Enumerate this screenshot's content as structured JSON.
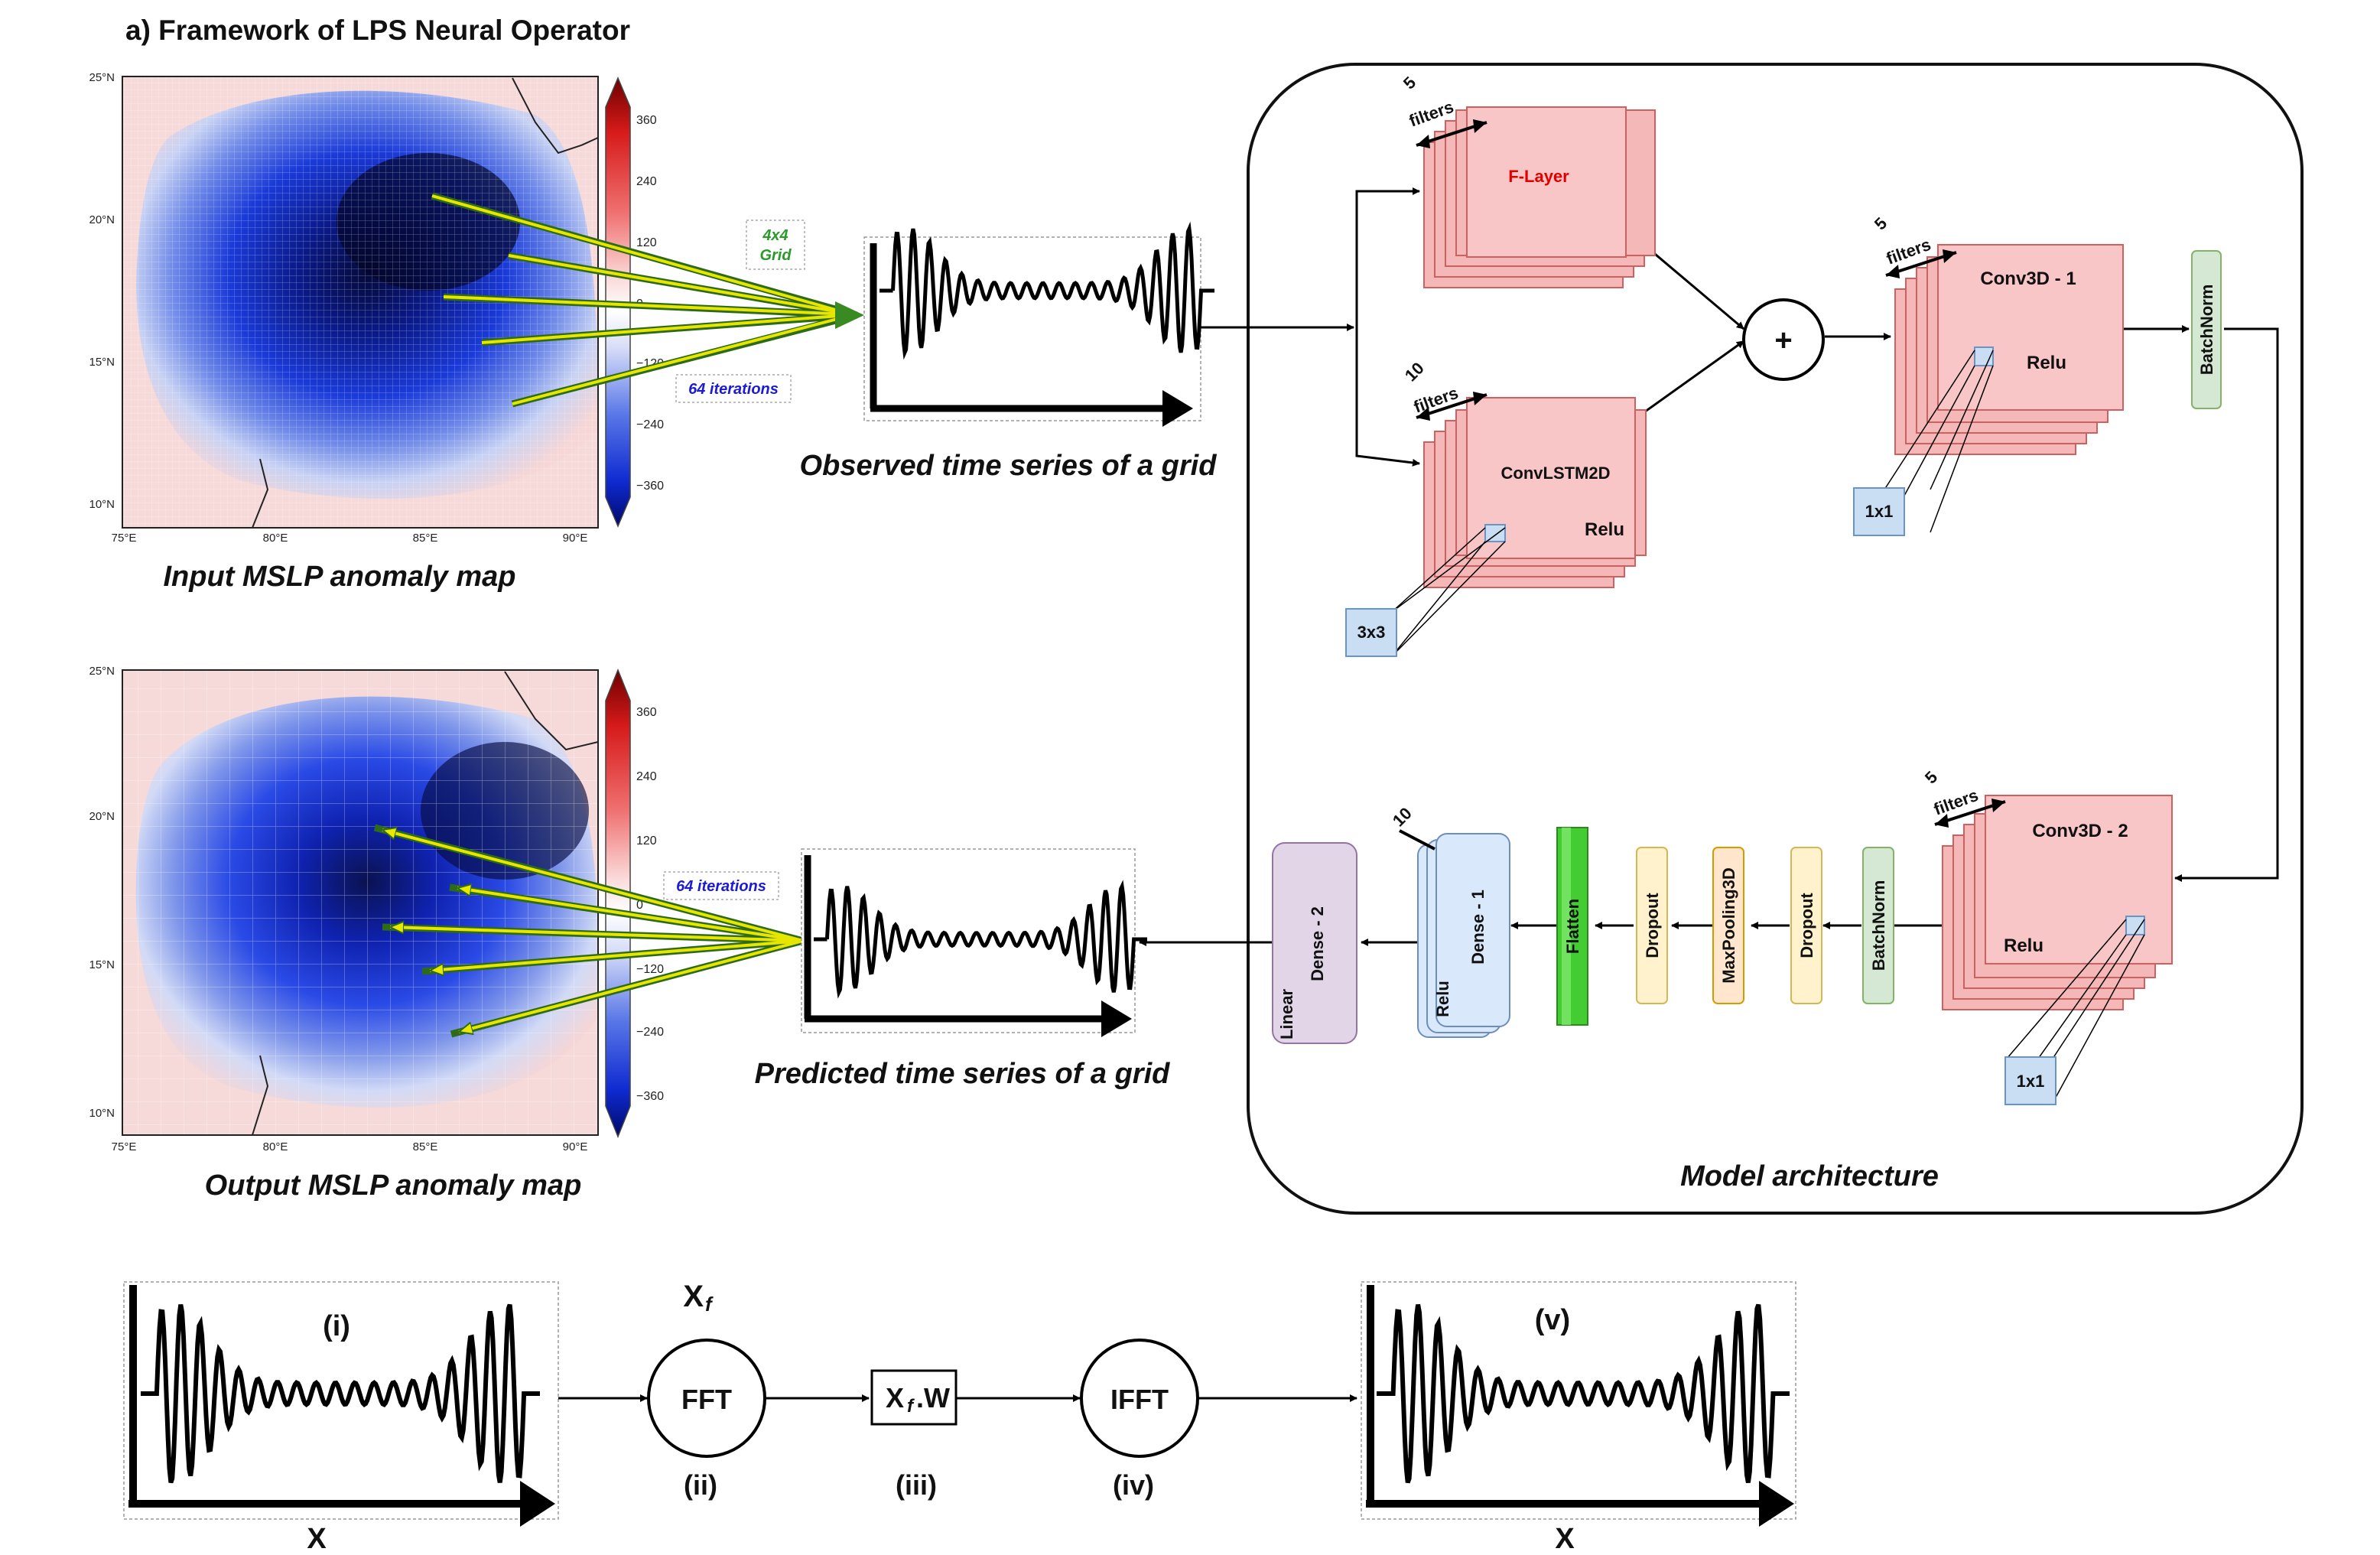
{
  "title": "a) Framework of LPS Neural Operator",
  "maps": {
    "input": {
      "caption": "Input MSLP anomaly map",
      "lat_labels": [
        "25°N",
        "20°N",
        "15°N",
        "10°N"
      ],
      "lon_labels": [
        "75°E",
        "80°E",
        "85°E",
        "90°E"
      ],
      "colorbar_labels": [
        "360",
        "240",
        "120",
        "0",
        "−120",
        "−240",
        "−360"
      ],
      "grid_label_line1": "4x4",
      "grid_label_line2": "Grid",
      "iterations_label": "64 iterations"
    },
    "output": {
      "caption": "Output MSLP anomaly map",
      "lat_labels": [
        "25°N",
        "20°N",
        "15°N",
        "10°N"
      ],
      "lon_labels": [
        "75°E",
        "80°E",
        "85°E",
        "90°E"
      ],
      "colorbar_labels": [
        "360",
        "240",
        "120",
        "0",
        "−120",
        "−240",
        "−360"
      ],
      "iterations_label": "64 iterations"
    }
  },
  "timeseries": {
    "observed_caption": "Observed time series of a grid",
    "predicted_caption": "Predicted time series of a grid"
  },
  "architecture": {
    "caption": "Model architecture",
    "f_layer": {
      "count": "5",
      "count_word": "filters",
      "label": "F-Layer"
    },
    "convlstm": {
      "count": "10",
      "count_word": "filters",
      "label": "ConvLSTM2D",
      "activation": "Relu",
      "kernel": "3x3"
    },
    "plus": "+",
    "conv1": {
      "count": "5",
      "count_word": "filters",
      "label": "Conv3D - 1",
      "activation": "Relu",
      "kernel": "1x1"
    },
    "batchnorm1": "BatchNorm",
    "conv2": {
      "count": "5",
      "count_word": "filters",
      "label": "Conv3D - 2",
      "activation": "Relu",
      "kernel": "1x1"
    },
    "batchnorm2": "BatchNorm",
    "dropout1": "Dropout",
    "maxpool": "MaxPooling3D",
    "dropout2": "Dropout",
    "flatten": "Flatten",
    "dense1": {
      "count": "10",
      "label": "Dense - 1",
      "activation": "Relu"
    },
    "dense2": {
      "label": "Dense - 2",
      "activation": "Linear"
    }
  },
  "fno": {
    "input_label": "(i)",
    "input_axis": "X",
    "xf_label": "X",
    "xf_sub": "f",
    "fft_label": "FFT",
    "fft_step": "(ii)",
    "mult_x": "X",
    "mult_sub": "f",
    "mult_w": ".W",
    "mult_step": "(iii)",
    "ifft_label": "IFFT",
    "ifft_step": "(iv)",
    "output_label": "(v)",
    "output_axis": "X"
  },
  "colors": {
    "conv_fill": "#f5b8b8",
    "conv_stroke": "#d06060",
    "kernel_fill": "#c9ddf3",
    "kernel_stroke": "#6a93c6",
    "batchnorm_fill": "#d5e8d4",
    "batchnorm_stroke": "#82b366",
    "dropout_fill": "#fff2cc",
    "dropout_stroke": "#d6b656",
    "maxpool_fill": "#ffe6cc",
    "maxpool_stroke": "#d79b00",
    "flatten_fill": "#44cc33",
    "dense1_fill": "#dae8fc",
    "dense1_stroke": "#6c8ebf",
    "dense2_fill": "#e1d5e7",
    "dense2_stroke": "#9673a6",
    "f_layer_text": "#e00000",
    "grid_text": "#2a9a2a",
    "iter_text": "#1b1bd6",
    "arrow_yellow": "#f0f000",
    "arrow_green": "#2e6b18"
  }
}
